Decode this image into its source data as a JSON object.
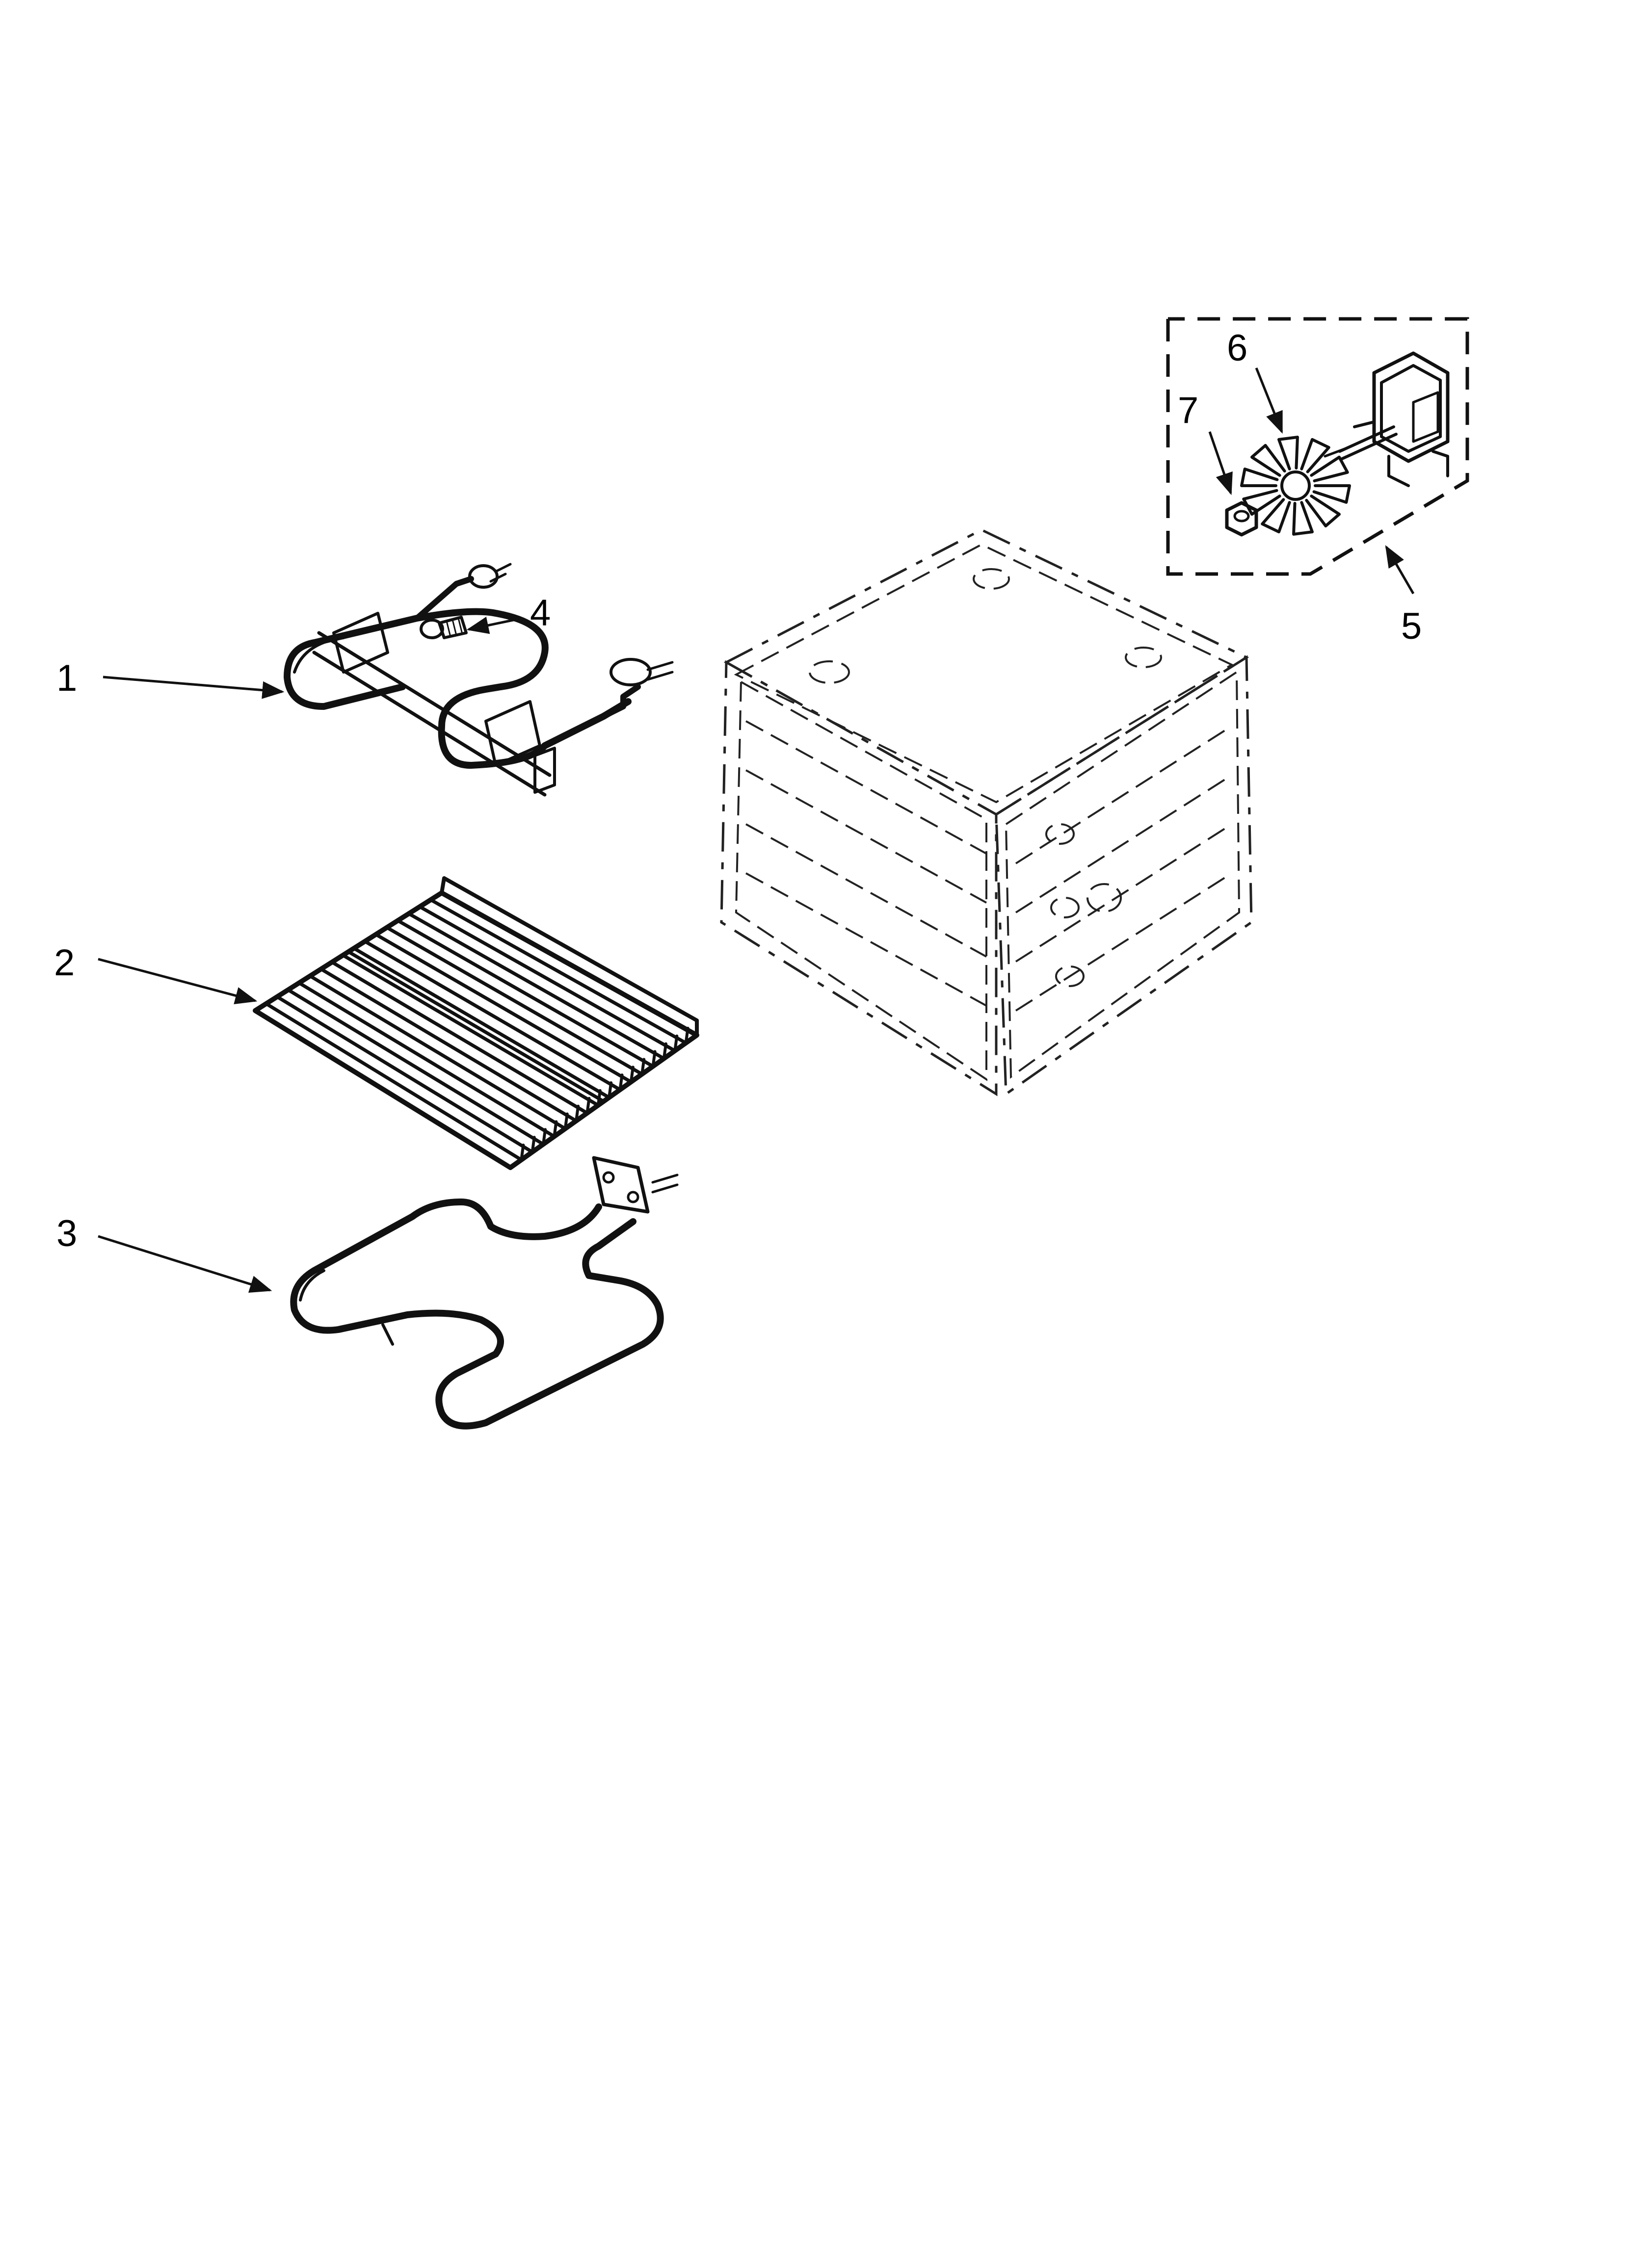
{
  "callouts": [
    {
      "id": "1",
      "label": "1",
      "part": "broil-element"
    },
    {
      "id": "2",
      "label": "2",
      "part": "oven-rack"
    },
    {
      "id": "3",
      "label": "3",
      "part": "bake-element"
    },
    {
      "id": "4",
      "label": "4",
      "part": "screw"
    },
    {
      "id": "5",
      "label": "5",
      "part": "convection-fan-motor-kit"
    },
    {
      "id": "6",
      "label": "6",
      "part": "fan-blade"
    },
    {
      "id": "7",
      "label": "7",
      "part": "nut"
    }
  ],
  "colors": {
    "ink": "#111111",
    "background": "#ffffff"
  }
}
